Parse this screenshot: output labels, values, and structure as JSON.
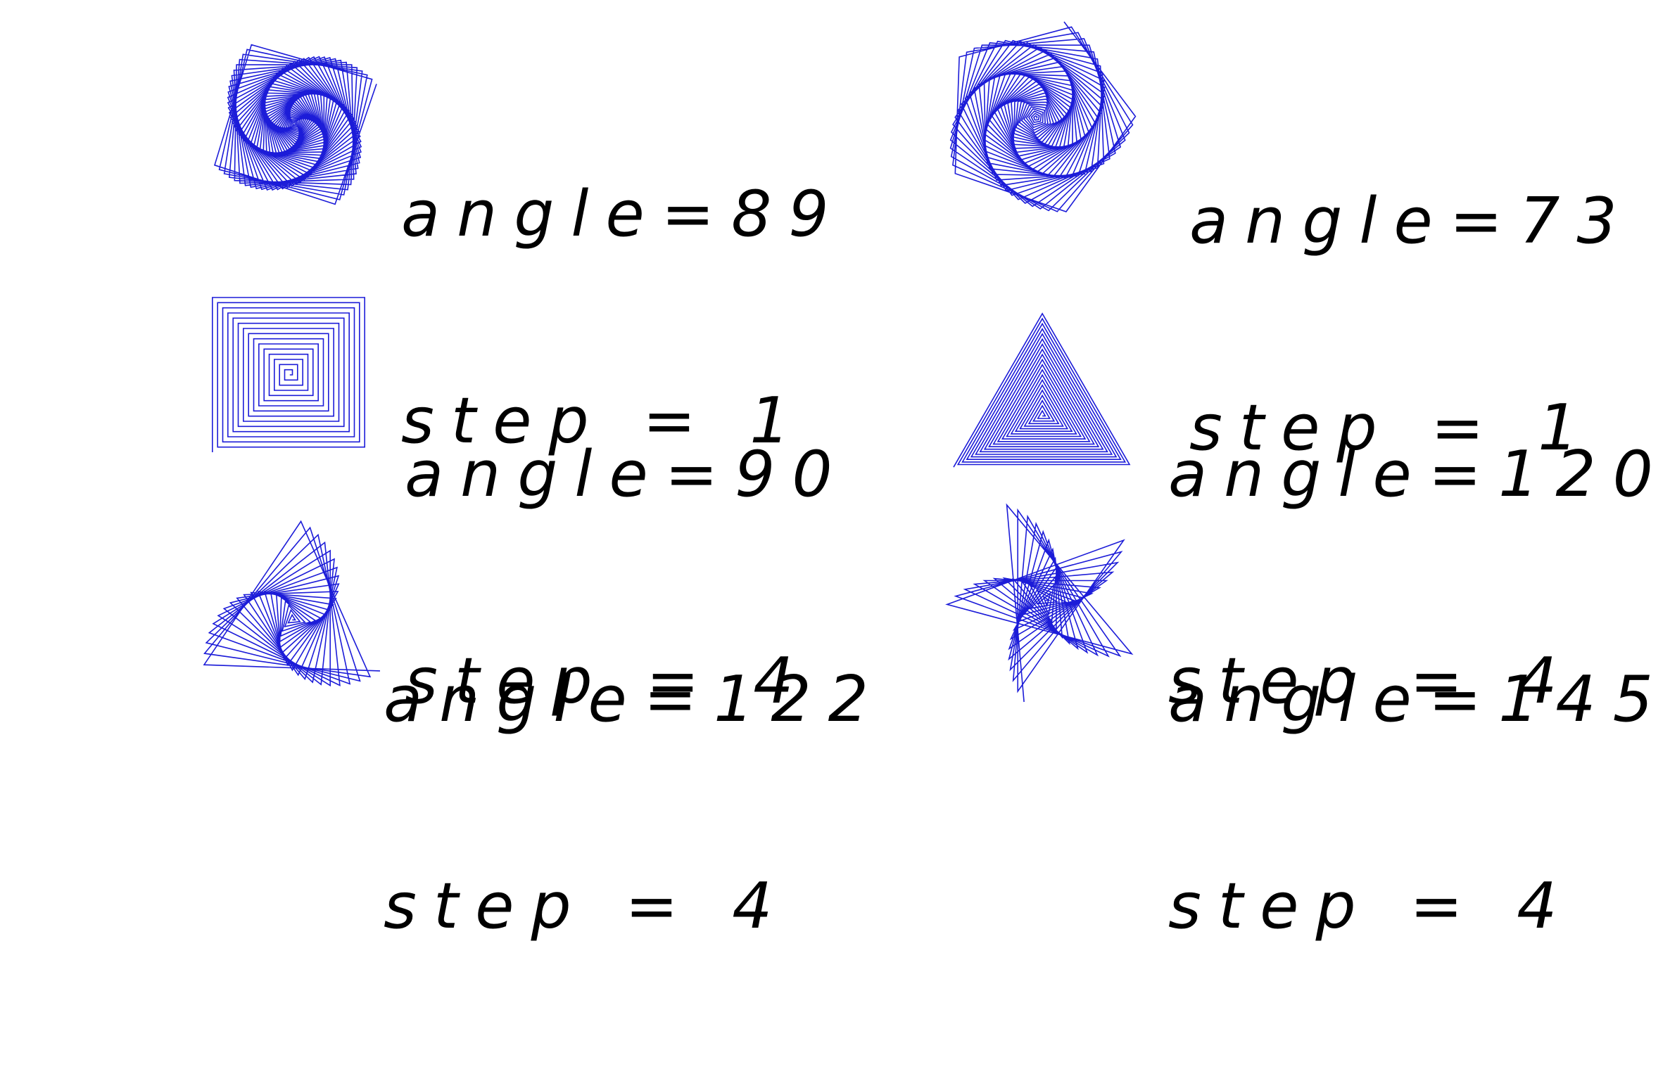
{
  "figure": {
    "line_color": "#1c1cd8",
    "text_color": "#000000",
    "background": "#ffffff",
    "panels": [
      {
        "id": "a89",
        "angle": 89,
        "step": 1,
        "angle_text": "angle=89",
        "step_text": "step = 1"
      },
      {
        "id": "a73",
        "angle": 73,
        "step": 1,
        "angle_text": "angle=73",
        "step_text": "step = 1"
      },
      {
        "id": "a90",
        "angle": 90,
        "step": 4,
        "angle_text": "angle=90",
        "step_text": "step = 4"
      },
      {
        "id": "a120",
        "angle": 120,
        "step": 4,
        "angle_text": "angle=120",
        "step_text": "step = 4"
      },
      {
        "id": "a122",
        "angle": 122,
        "step": 4,
        "angle_text": "angle=122",
        "step_text": "step = 4"
      },
      {
        "id": "a145",
        "angle": 145,
        "step": 4,
        "angle_text": "angle=145",
        "step_text": "step = 4"
      }
    ]
  }
}
